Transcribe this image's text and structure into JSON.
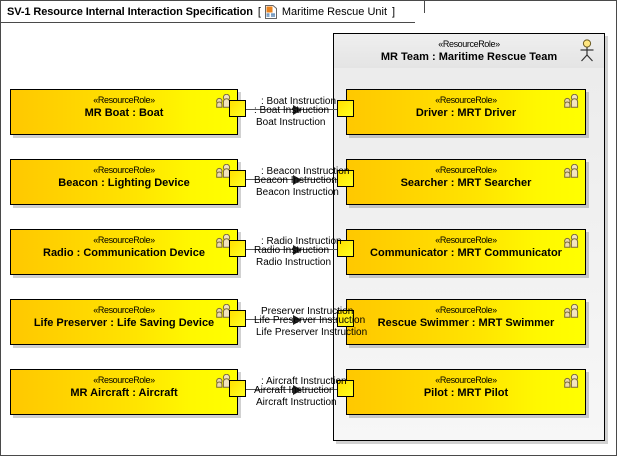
{
  "frame": {
    "title": "SV-1 Resource Internal Interaction Specification",
    "bracket_open": "[",
    "bracket_close": "]",
    "context_name": "Maritime Rescue Unit",
    "context_icon": "document-icon"
  },
  "style": {
    "part_fill_start": "#FFC800",
    "part_fill_end": "#FFFF00",
    "part_border": "#000000",
    "container_fill": "#ECECEC",
    "connector_color": "#555555",
    "actor_head_color": "#FFE680"
  },
  "stereotype": "«ResourceRole»",
  "external_parts": [
    {
      "stereotype": "«ResourceRole»",
      "name": "MR Boat : Boat",
      "icon": "resource-role-icon"
    },
    {
      "stereotype": "«ResourceRole»",
      "name": "Beacon : Lighting Device",
      "icon": "resource-role-icon"
    },
    {
      "stereotype": "«ResourceRole»",
      "name": "Radio : Communication Device",
      "icon": "resource-role-icon"
    },
    {
      "stereotype": "«ResourceRole»",
      "name": "Life Preserver : Life Saving Device",
      "icon": "resource-role-icon"
    },
    {
      "stereotype": "«ResourceRole»",
      "name": "MR Aircraft : Aircraft",
      "icon": "resource-role-icon"
    }
  ],
  "container": {
    "stereotype": "«ResourceRole»",
    "name": "MR Team : Maritime Rescue Team",
    "icon": "actor-icon",
    "parts": [
      {
        "stereotype": "«ResourceRole»",
        "name": "Driver : MRT Driver",
        "icon": "resource-role-icon"
      },
      {
        "stereotype": "«ResourceRole»",
        "name": "Searcher : MRT Searcher",
        "icon": "resource-role-icon"
      },
      {
        "stereotype": "«ResourceRole»",
        "name": "Communicator : MRT Communicator",
        "icon": "resource-role-icon"
      },
      {
        "stereotype": "«ResourceRole»",
        "name": "Rescue Swimmer : MRT Swimmer",
        "icon": "resource-role-icon"
      },
      {
        "stereotype": "«ResourceRole»",
        "name": "Pilot : MRT Pilot",
        "icon": "resource-role-icon"
      }
    ]
  },
  "connectors": [
    {
      "labels": [
        ": Boat Instruction",
        ": Boat Instruction",
        "Boat Instruction"
      ]
    },
    {
      "labels": [
        ": Beacon Instruction",
        "Beacon Instruction",
        "Beacon Instruction"
      ]
    },
    {
      "labels": [
        ": Radio Instruction",
        "Radio Instruction",
        "Radio Instruction"
      ]
    },
    {
      "labels": [
        "Preserver Instruction",
        "Life Preserver Instruction",
        "Life Preserver Instruction"
      ]
    },
    {
      "labels": [
        ": Aircraft Instruction",
        "Aircraft Instruction",
        "Aircraft Instruction"
      ]
    }
  ]
}
